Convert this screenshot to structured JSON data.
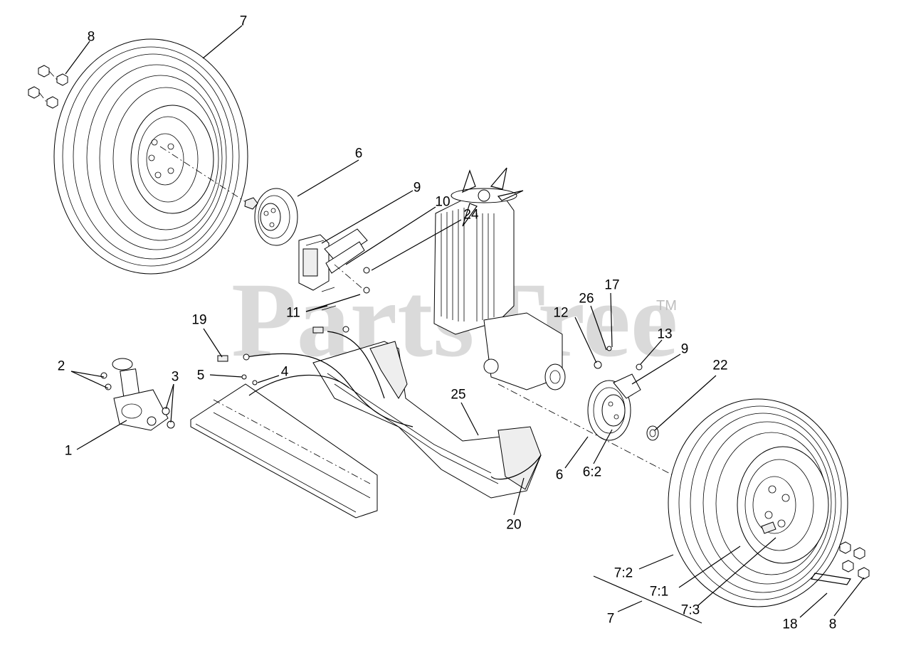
{
  "watermark": {
    "text": "PartsTree",
    "trademark": "TM"
  },
  "callouts": [
    {
      "id": "c7-top",
      "text": "7"
    },
    {
      "id": "c8-top",
      "text": "8"
    },
    {
      "id": "c6-top",
      "text": "6"
    },
    {
      "id": "c9-left",
      "text": "9"
    },
    {
      "id": "c10",
      "text": "10"
    },
    {
      "id": "c24",
      "text": "24"
    },
    {
      "id": "c11",
      "text": "11"
    },
    {
      "id": "c19",
      "text": "19"
    },
    {
      "id": "c2",
      "text": "2"
    },
    {
      "id": "c3",
      "text": "3"
    },
    {
      "id": "c5",
      "text": "5"
    },
    {
      "id": "c4",
      "text": "4"
    },
    {
      "id": "c1",
      "text": "1"
    },
    {
      "id": "c25",
      "text": "25"
    },
    {
      "id": "c20",
      "text": "20"
    },
    {
      "id": "c26",
      "text": "26"
    },
    {
      "id": "c17",
      "text": "17"
    },
    {
      "id": "c12",
      "text": "12"
    },
    {
      "id": "c13",
      "text": "13"
    },
    {
      "id": "c9-right",
      "text": "9"
    },
    {
      "id": "c22",
      "text": "22"
    },
    {
      "id": "c6-right",
      "text": "6"
    },
    {
      "id": "c62",
      "text": "6:2"
    },
    {
      "id": "c72",
      "text": "7:2"
    },
    {
      "id": "c71",
      "text": "7:1"
    },
    {
      "id": "c73",
      "text": "7:3"
    },
    {
      "id": "c7-bottom",
      "text": "7"
    },
    {
      "id": "c18",
      "text": "18"
    },
    {
      "id": "c8-bottom",
      "text": "8"
    }
  ]
}
